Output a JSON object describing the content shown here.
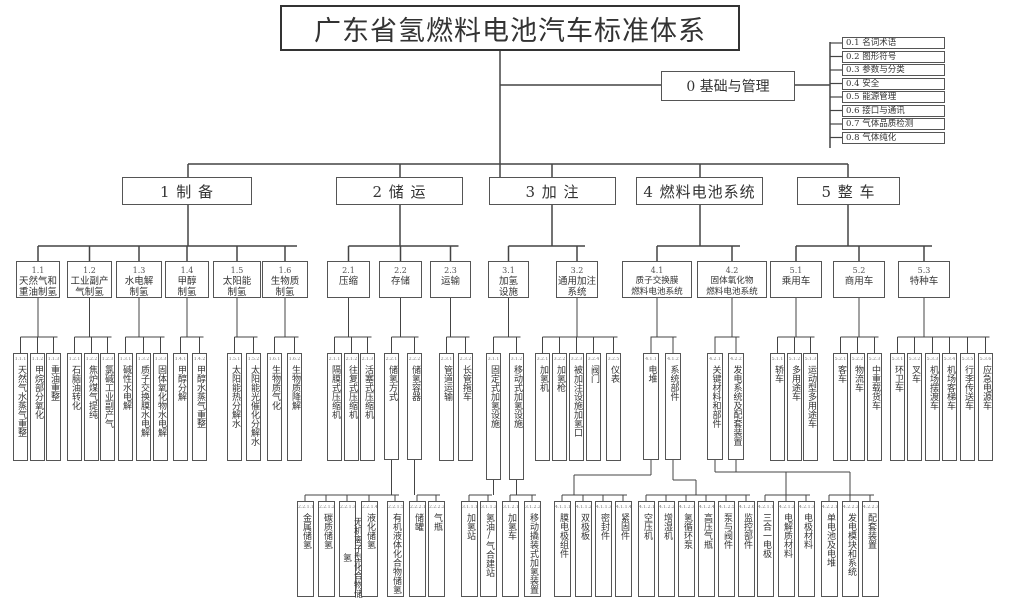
{
  "title": "广东省氢燃料电池汽车标准体系",
  "management": {
    "label": "0 基础与管理",
    "items": [
      {
        "label": "0.1 名词术语"
      },
      {
        "label": "0.2 图形符号"
      },
      {
        "label": "0.3 参数与分类"
      },
      {
        "label": "0.4 安全"
      },
      {
        "label": "0.5 能源管理"
      },
      {
        "label": "0.6 接口与通讯"
      },
      {
        "label": "0.7 气体品质检测"
      },
      {
        "label": "0.8 气体纯化"
      }
    ]
  },
  "categories": [
    {
      "label": "1 制 备"
    },
    {
      "label": "2 储 运"
    },
    {
      "label": "3 加 注"
    },
    {
      "label": "4 燃料电池系统"
    },
    {
      "label": "5 整 车"
    }
  ],
  "subcategories": [
    {
      "code": "1.1",
      "label": "天然气和\n重油制氢"
    },
    {
      "code": "1.2",
      "label": "工业副产\n气制氢"
    },
    {
      "code": "1.3",
      "label": "水电解\n制氢"
    },
    {
      "code": "1.4",
      "label": "甲醇\n制氢"
    },
    {
      "code": "1.5",
      "label": "太阳能\n制氢"
    },
    {
      "code": "1.6",
      "label": "生物质\n制氢"
    },
    {
      "code": "2.1",
      "label": "压缩"
    },
    {
      "code": "2.2",
      "label": "存储"
    },
    {
      "code": "2.3",
      "label": "运输"
    },
    {
      "code": "3.1",
      "label": "加氢\n设施"
    },
    {
      "code": "3.2",
      "label": "通用加注\n系统"
    },
    {
      "code": "4.1",
      "label": "质子交换膜\n燃料电池系统"
    },
    {
      "code": "4.2",
      "label": "固体氧化物\n燃料电池系统"
    },
    {
      "code": "5.1",
      "label": "乘用车"
    },
    {
      "code": "5.2",
      "label": "商用车"
    },
    {
      "code": "5.3",
      "label": "特种车"
    }
  ],
  "leaves": [
    {
      "code": "1.1.1",
      "label": "天然气水蒸气重整"
    },
    {
      "code": "1.1.2",
      "label": "甲烷部分氧化"
    },
    {
      "code": "1.1.3",
      "label": "重油重整"
    },
    {
      "code": "1.2.1",
      "label": "石脑油转化"
    },
    {
      "code": "1.2.2",
      "label": "焦炉煤气提纯"
    },
    {
      "code": "1.2.3",
      "label": "氯碱工业副产气"
    },
    {
      "code": "1.3.1",
      "label": "碱性水电解"
    },
    {
      "code": "1.3.2",
      "label": "质子交换膜水电解"
    },
    {
      "code": "1.3.3",
      "label": "固体氧化物水电解"
    },
    {
      "code": "1.4.1",
      "label": "甲醇分解"
    },
    {
      "code": "1.4.2",
      "label": "甲醇水蒸气重整"
    },
    {
      "code": "1.5.1",
      "label": "太阳能热分解水"
    },
    {
      "code": "1.5.2",
      "label": "太阳能光催化分解水"
    },
    {
      "code": "1.6.1",
      "label": "生物质气化"
    },
    {
      "code": "1.6.2",
      "label": "生物质降解"
    },
    {
      "code": "2.1.1",
      "label": "隔膜式压缩机"
    },
    {
      "code": "2.1.2",
      "label": "往复式压缩机"
    },
    {
      "code": "2.1.3",
      "label": "活塞式压缩机"
    },
    {
      "code": "2.2.1",
      "label": "储氢方式"
    },
    {
      "code": "2.2.2",
      "label": "储氢容器"
    },
    {
      "code": "2.3.1",
      "label": "管道运输"
    },
    {
      "code": "2.3.2",
      "label": "长管拖车"
    },
    {
      "code": "3.1.1",
      "label": "固定式加氢设施"
    },
    {
      "code": "3.1.2",
      "label": "移动式加氢设施"
    },
    {
      "code": "3.2.1",
      "label": "加氢机"
    },
    {
      "code": "3.2.2",
      "label": "加氢枪"
    },
    {
      "code": "3.2.3",
      "label": "被加注设施加氢口"
    },
    {
      "code": "3.2.4",
      "label": "阀门"
    },
    {
      "code": "3.2.5",
      "label": "仪表"
    },
    {
      "code": "4.1.1",
      "label": "电堆"
    },
    {
      "code": "4.1.2",
      "label": "系统部件"
    },
    {
      "code": "4.2.1",
      "label": "关键材料和部件"
    },
    {
      "code": "4.2.2",
      "label": "发电系统及配套装置"
    },
    {
      "code": "5.1.1",
      "label": "轿车"
    },
    {
      "code": "5.1.2",
      "label": "多用途车"
    },
    {
      "code": "5.1.3",
      "label": "运动型多用途车"
    },
    {
      "code": "5.2.1",
      "label": "客车"
    },
    {
      "code": "5.2.2",
      "label": "物流车"
    },
    {
      "code": "5.2.3",
      "label": "中重载货车"
    },
    {
      "code": "5.3.1",
      "label": "环卫车"
    },
    {
      "code": "5.3.2",
      "label": "叉车"
    },
    {
      "code": "5.3.3",
      "label": "机场摆渡车"
    },
    {
      "code": "5.3.4",
      "label": "机场客梯车"
    },
    {
      "code": "5.3.5",
      "label": "行李传送车"
    },
    {
      "code": "5.3.6",
      "label": "应急电源车"
    }
  ],
  "deep_leaves": [
    {
      "code": "2.2.1.1",
      "label": "金属储氢"
    },
    {
      "code": "2.2.1.2",
      "label": "碳质储氢"
    },
    {
      "code": "2.2.1.3",
      "label": "无机离子型化合物储氢"
    },
    {
      "code": "2.2.1.4",
      "label": "液化储氢"
    },
    {
      "code": "2.2.1.5",
      "label": "有机液体化合物储氢"
    },
    {
      "code": "2.2.2.1",
      "label": "储罐"
    },
    {
      "code": "2.2.2.2",
      "label": "气瓶"
    },
    {
      "code": "3.1.1.1",
      "label": "加氢站"
    },
    {
      "code": "3.1.1.2",
      "label": "氢油/气合建站"
    },
    {
      "code": "3.1.2.1",
      "label": "加氢车"
    },
    {
      "code": "3.1.2.2",
      "label": "移动撬装式加氢装置"
    },
    {
      "code": "4.1.1.1",
      "label": "膜电极组件"
    },
    {
      "code": "4.1.1.2",
      "label": "双极板"
    },
    {
      "code": "4.1.1.3",
      "label": "密封件"
    },
    {
      "code": "4.1.1.4",
      "label": "紧固件"
    },
    {
      "code": "4.1.2.1",
      "label": "空压机"
    },
    {
      "code": "4.1.2.2",
      "label": "增湿机"
    },
    {
      "code": "4.1.2.3",
      "label": "氢循环泵"
    },
    {
      "code": "4.1.2.4",
      "label": "高压气瓶"
    },
    {
      "code": "4.1.2.5",
      "label": "泵与阀件"
    },
    {
      "code": "4.1.2.6",
      "label": "监控部件"
    },
    {
      "code": "4.2.1.1",
      "label": "三合一电极"
    },
    {
      "code": "4.2.1.2",
      "label": "电解质材料"
    },
    {
      "code": "4.2.1.3",
      "label": "电极材料"
    },
    {
      "code": "4.2.2.1",
      "label": "单电池及电堆"
    },
    {
      "code": "4.2.2.2",
      "label": "发电模块和系统"
    },
    {
      "code": "4.2.2.3",
      "label": "配套装置"
    }
  ]
}
